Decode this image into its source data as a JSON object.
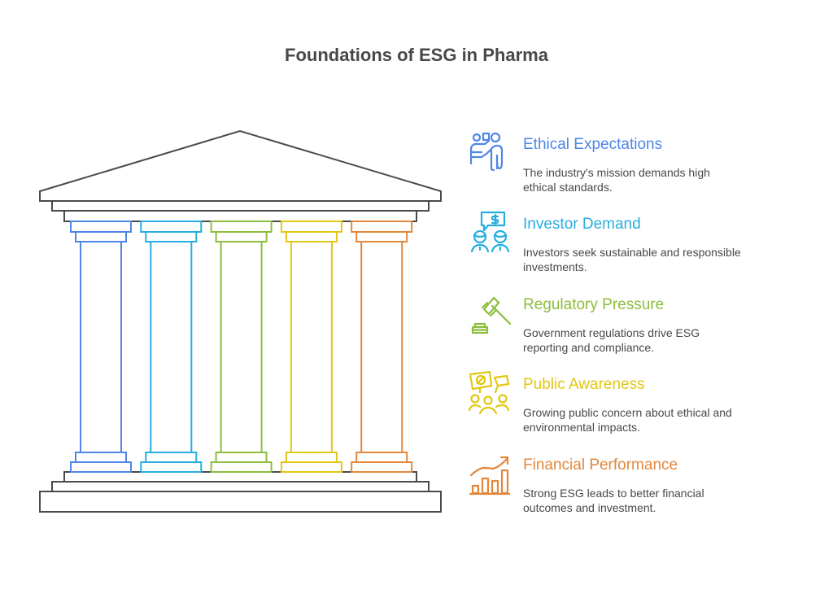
{
  "title": "Foundations of ESG in Pharma",
  "colors": {
    "structure": "#4a4a4a",
    "pillars": [
      "#4f86e6",
      "#27aee0",
      "#8dbd3c",
      "#e2c713",
      "#e3873a"
    ]
  },
  "pillars": [
    {
      "heading": "Ethical Expectations",
      "description": "The industry's mission demands high ethical standards.",
      "color": "#4f86e6",
      "icon": "presenter-people-icon"
    },
    {
      "heading": "Investor Demand",
      "description": "Investors seek sustainable and responsible investments.",
      "color": "#27aee0",
      "icon": "investors-dollar-icon"
    },
    {
      "heading": "Regulatory Pressure",
      "description": "Government regulations drive ESG reporting and compliance.",
      "color": "#8dbd3c",
      "icon": "gavel-icon"
    },
    {
      "heading": "Public Awareness",
      "description": "Growing public concern about ethical and environmental impacts.",
      "color": "#e2c713",
      "icon": "protest-crowd-icon"
    },
    {
      "heading": "Financial Performance",
      "description": "Strong ESG leads to better financial outcomes and investment.",
      "color": "#e3873a",
      "icon": "growth-chart-icon"
    }
  ]
}
